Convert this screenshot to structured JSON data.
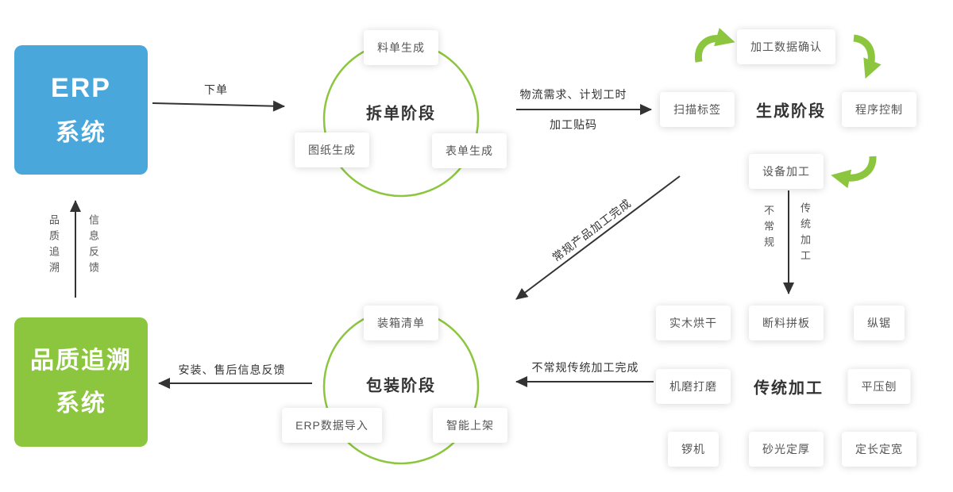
{
  "colors": {
    "blue": "#4aa7db",
    "green": "#8cc63e",
    "arrow": "#333333"
  },
  "erp_system": {
    "line1": "ERP",
    "line2": "系统"
  },
  "quality_system": {
    "line1": "品质追溯",
    "line2": "系统"
  },
  "feedback_channel": {
    "left": "品质追溯",
    "right": "信息反馈"
  },
  "arrows": {
    "order": "下单",
    "logistics_line1": "物流需求、计划工时",
    "logistics_line2": "加工贴码",
    "regular_done": "常规产品加工完成",
    "unusual_done": "不常规传统加工完成",
    "install_feedback": "安装、售后信息反馈",
    "device_left": "不常规",
    "device_right": "传统加工"
  },
  "split_phase": {
    "title": "拆单阶段",
    "top": "料单生成",
    "left": "图纸生成",
    "right": "表单生成"
  },
  "generation_phase": {
    "title": "生成阶段",
    "scan": "扫描标签",
    "confirm": "加工数据确认",
    "program": "程序控制",
    "device": "设备加工"
  },
  "packing_phase": {
    "title": "包装阶段",
    "top": "装箱清单",
    "left": "ERP数据导入",
    "right": "智能上架"
  },
  "traditional_phase": {
    "title": "传统加工",
    "boxes": [
      "实木烘干",
      "断料拼板",
      "纵锯",
      "机磨打磨",
      "平压刨",
      "锣机",
      "砂光定厚",
      "定长定宽"
    ]
  }
}
